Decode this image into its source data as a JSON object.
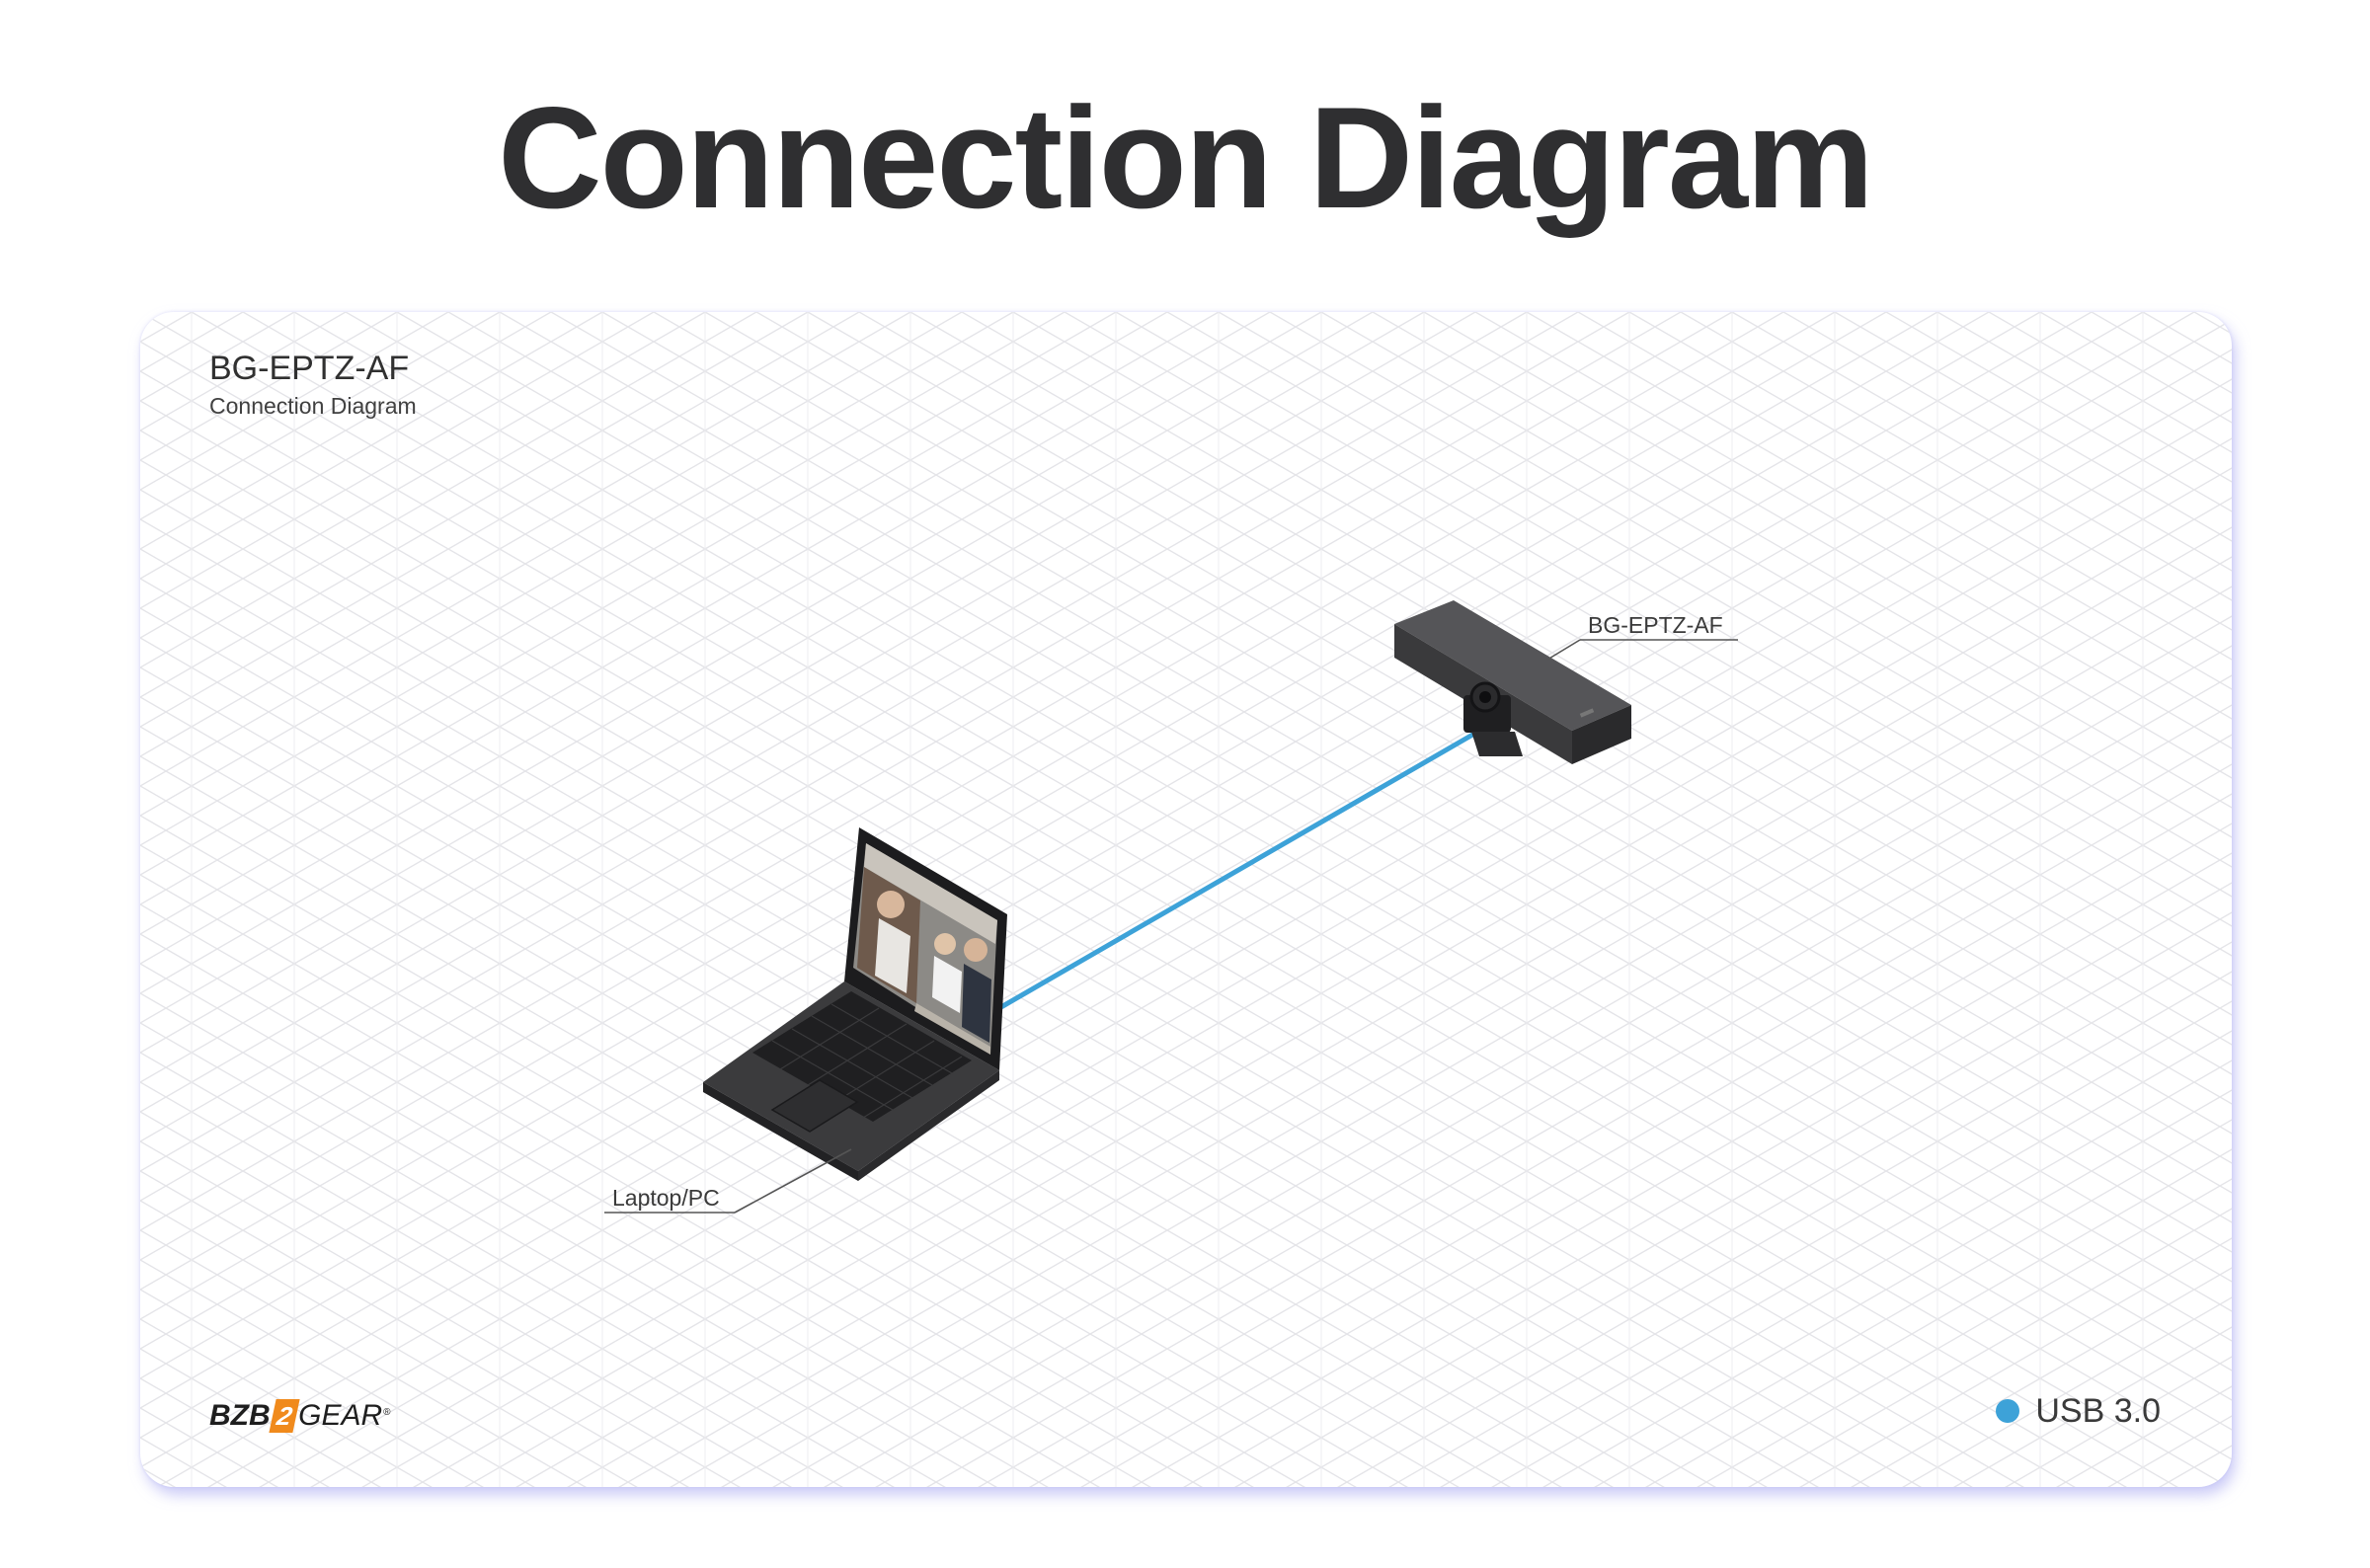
{
  "page": {
    "title": "Connection Diagram"
  },
  "card": {
    "heading": "BG-EPTZ-AF",
    "subheading": "Connection Diagram"
  },
  "devices": {
    "camera_label": "BG-EPTZ-AF",
    "laptop_label": "Laptop/PC"
  },
  "connection": {
    "type": "USB 3.0",
    "color": "#3da2d8"
  },
  "logo": {
    "part1": "BZB",
    "part2": "2",
    "part3": "GEAR",
    "reg": "®"
  },
  "legend": {
    "items": [
      {
        "label": "USB 3.0",
        "color": "#3da2d8"
      }
    ]
  },
  "colors": {
    "title": "#2f2f31",
    "device_body": "#3b3b3d",
    "accent_orange": "#f08a1c"
  }
}
